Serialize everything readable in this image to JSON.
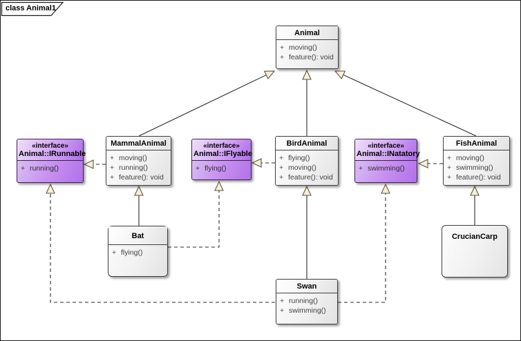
{
  "frame": {
    "title": "class Animal1"
  },
  "colors": {
    "background": "#ffffff",
    "class_fill_top": "#ffffff",
    "class_fill_bottom": "#e3e3e3",
    "class_border": "#3f3f3f",
    "interface_fill_top": "#eedff9",
    "interface_fill_bottom": "#ad6ce8",
    "interface_border": "#39214e",
    "connector_line": "#2a2a2a",
    "arrowhead_fill": "#f8efdb",
    "arrowhead_stroke": "#5e553f"
  },
  "classes": [
    {
      "name": "Animal",
      "methods": [
        {
          "vis": "+",
          "sig": "moving()"
        },
        {
          "vis": "+",
          "sig": "feature(): void"
        }
      ]
    },
    {
      "name": "Animal::IRunnable",
      "stereotype": "«interface»",
      "methods": [
        {
          "vis": "+",
          "sig": "running()"
        }
      ]
    },
    {
      "name": "MammalAnimal",
      "methods": [
        {
          "vis": "+",
          "sig": "moving()"
        },
        {
          "vis": "+",
          "sig": "running()"
        },
        {
          "vis": "+",
          "sig": "feature(): void"
        }
      ]
    },
    {
      "name": "Animal::IFlyable",
      "stereotype": "«interface»",
      "methods": [
        {
          "vis": "+",
          "sig": "flying()"
        }
      ]
    },
    {
      "name": "BirdAnimal",
      "methods": [
        {
          "vis": "+",
          "sig": "flying()"
        },
        {
          "vis": "+",
          "sig": "moving()"
        },
        {
          "vis": "+",
          "sig": "feature(): void"
        }
      ]
    },
    {
      "name": "Animal::INatatory",
      "stereotype": "«interface»",
      "methods": [
        {
          "vis": "+",
          "sig": "swimming()"
        }
      ]
    },
    {
      "name": "FishAnimal",
      "methods": [
        {
          "vis": "+",
          "sig": "moving()"
        },
        {
          "vis": "+",
          "sig": "swimming()"
        },
        {
          "vis": "+",
          "sig": "feature(): void"
        }
      ]
    },
    {
      "name": "Bat",
      "methods": [
        {
          "vis": "+",
          "sig": "flying()"
        }
      ]
    },
    {
      "name": "Swan",
      "methods": [
        {
          "vis": "+",
          "sig": "running()"
        },
        {
          "vis": "+",
          "sig": "swimming()"
        }
      ]
    },
    {
      "name": "CrucianCarp",
      "methods": []
    }
  ],
  "relationships": [
    {
      "from": "MammalAnimal",
      "to": "Animal",
      "type": "generalization"
    },
    {
      "from": "BirdAnimal",
      "to": "Animal",
      "type": "generalization"
    },
    {
      "from": "FishAnimal",
      "to": "Animal",
      "type": "generalization"
    },
    {
      "from": "MammalAnimal",
      "to": "Animal::IRunnable",
      "type": "realization"
    },
    {
      "from": "BirdAnimal",
      "to": "Animal::IFlyable",
      "type": "realization"
    },
    {
      "from": "FishAnimal",
      "to": "Animal::INatatory",
      "type": "realization"
    },
    {
      "from": "Bat",
      "to": "MammalAnimal",
      "type": "generalization"
    },
    {
      "from": "Bat",
      "to": "Animal::IFlyable",
      "type": "realization"
    },
    {
      "from": "Swan",
      "to": "BirdAnimal",
      "type": "generalization"
    },
    {
      "from": "Swan",
      "to": "Animal::IRunnable",
      "type": "realization"
    },
    {
      "from": "Swan",
      "to": "Animal::INatatory",
      "type": "realization"
    },
    {
      "from": "CrucianCarp",
      "to": "FishAnimal",
      "type": "generalization"
    }
  ]
}
